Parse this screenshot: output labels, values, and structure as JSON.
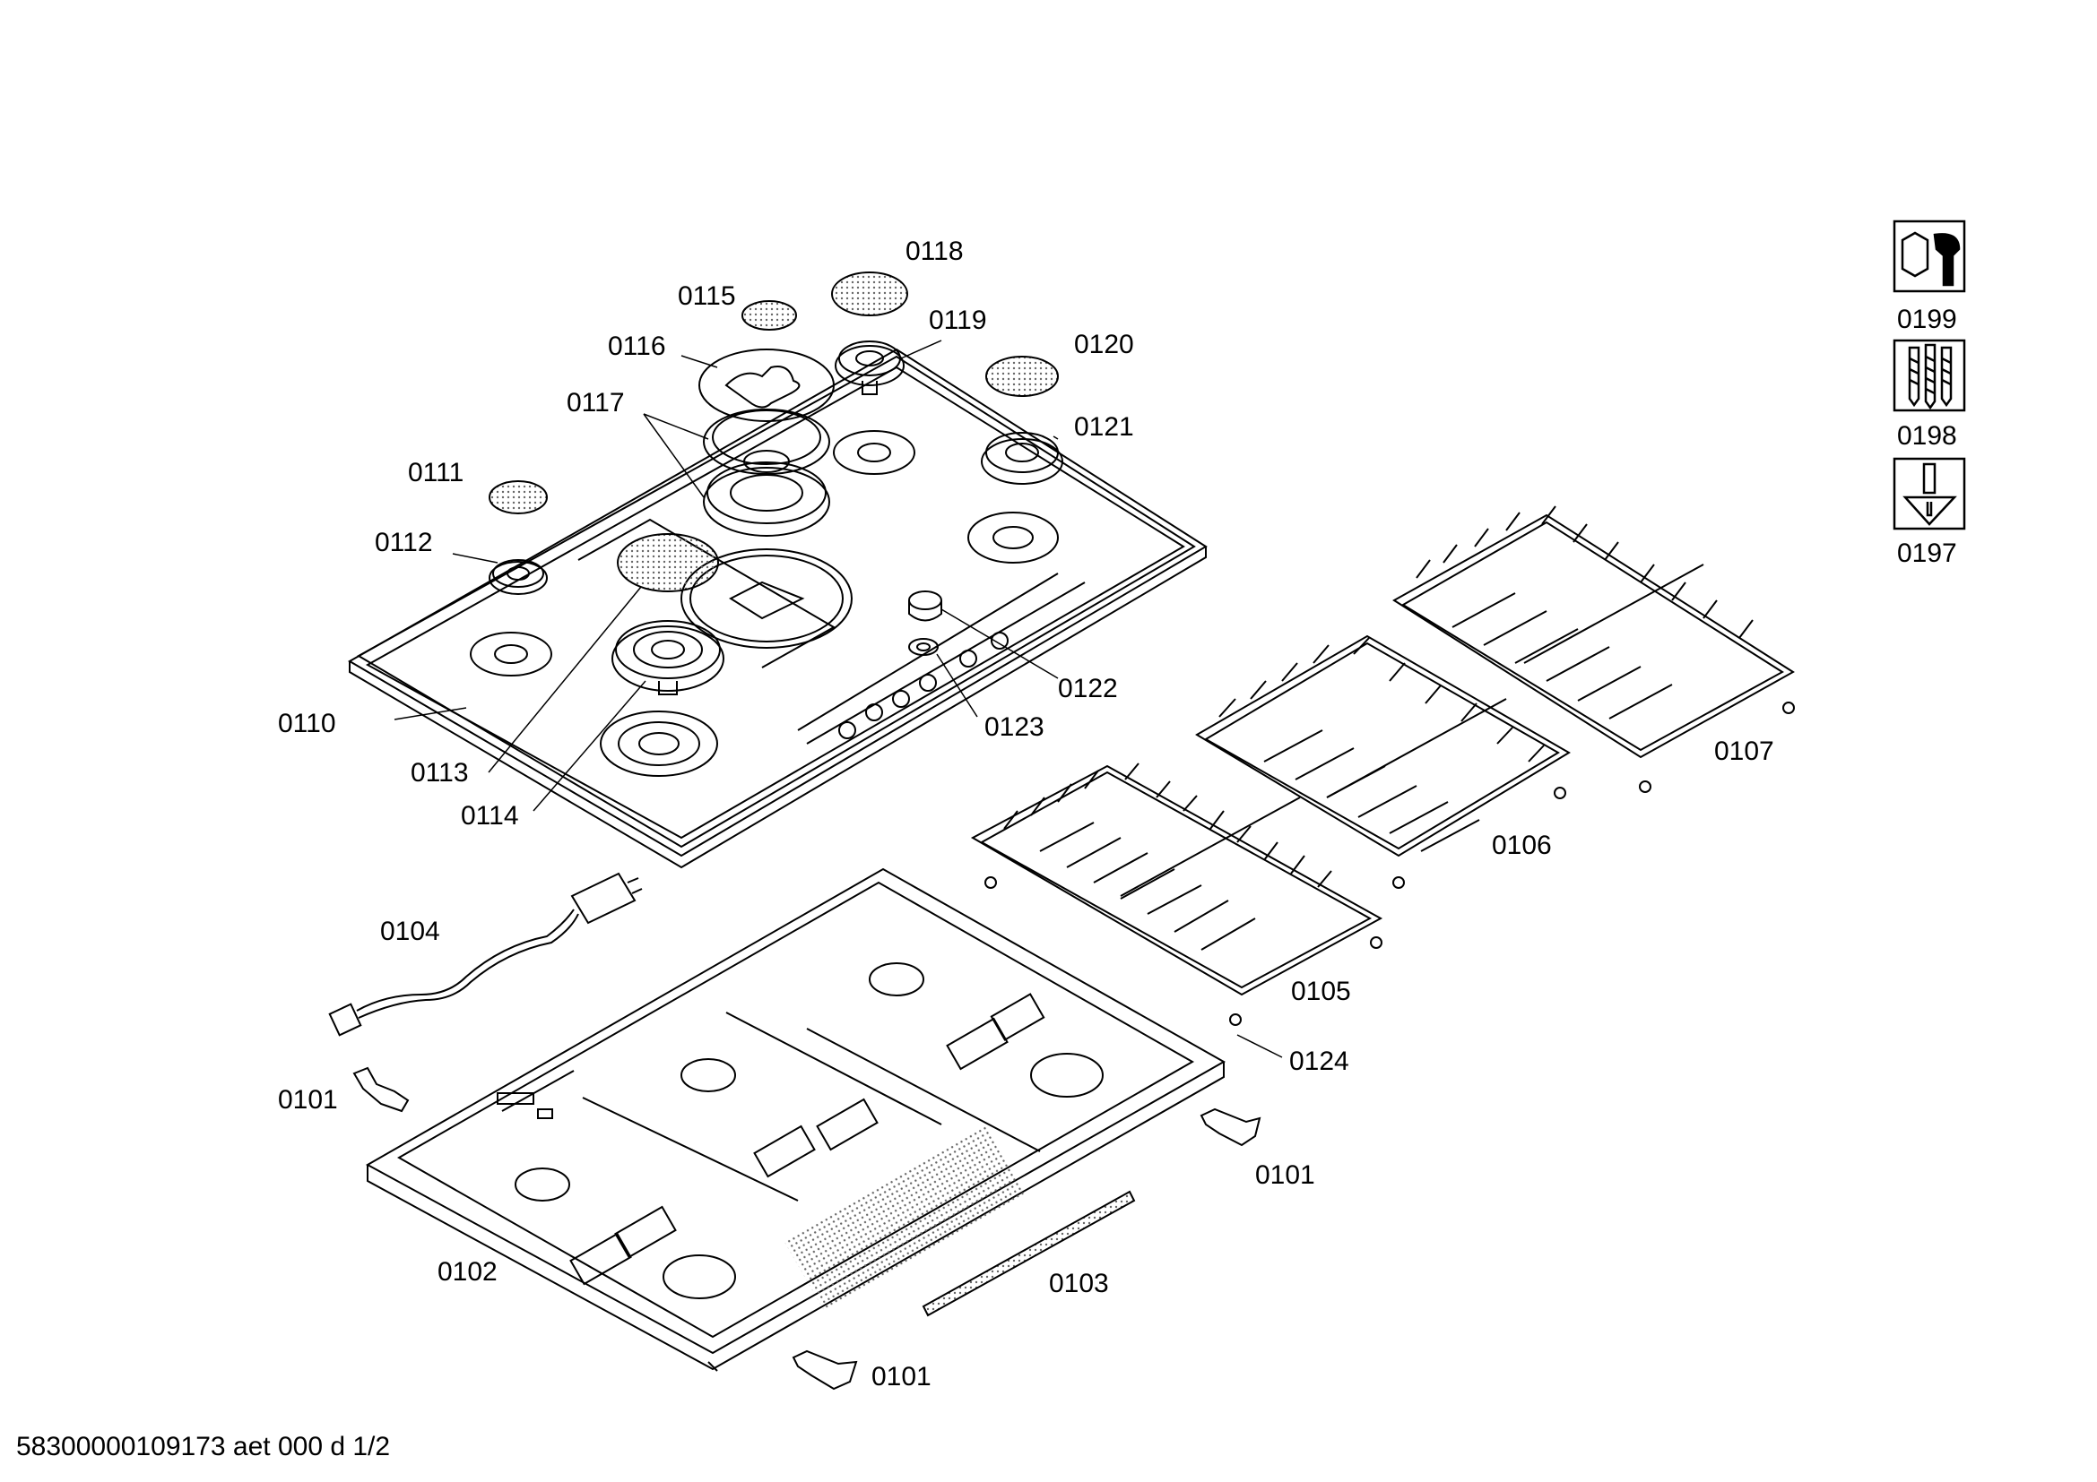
{
  "diagram": {
    "part_labels": {
      "p0101": "0101",
      "p0102": "0102",
      "p0103": "0103",
      "p0104": "0104",
      "p0105": "0105",
      "p0106": "0106",
      "p0107": "0107",
      "p0110": "0110",
      "p0111": "0111",
      "p0112": "0112",
      "p0113": "0113",
      "p0114": "0114",
      "p0115": "0115",
      "p0116": "0116",
      "p0117": "0117",
      "p0118": "0118",
      "p0119": "0119",
      "p0120": "0120",
      "p0121": "0121",
      "p0122": "0122",
      "p0123": "0123",
      "p0124": "0124"
    },
    "side_icons": [
      {
        "label": "0199",
        "icon": "wrench-nut-icon"
      },
      {
        "label": "0198",
        "icon": "screws-icon"
      },
      {
        "label": "0197",
        "icon": "screwdriver-icon"
      }
    ],
    "footer": "58300000109173 aet 000 d 1/2"
  }
}
